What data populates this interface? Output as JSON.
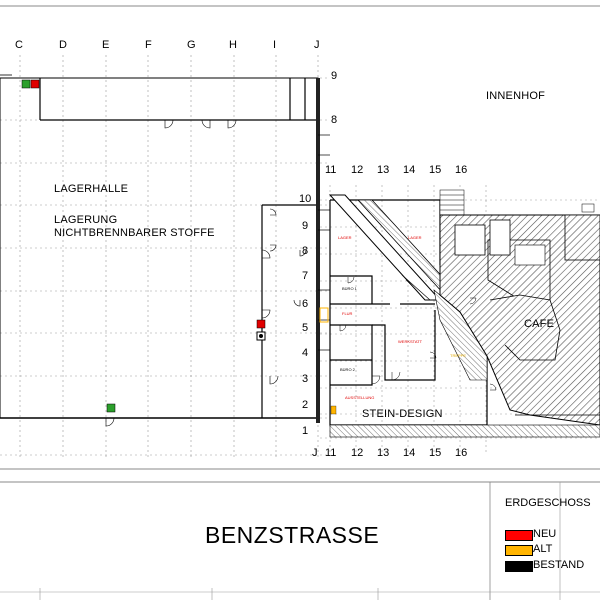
{
  "grid": {
    "top_columns": [
      "C",
      "D",
      "E",
      "F",
      "G",
      "H",
      "I",
      "J"
    ],
    "left_rows": [
      "9",
      "8"
    ],
    "mid_rows": [
      "10",
      "9",
      "8",
      "7",
      "6",
      "5",
      "4",
      "3",
      "2",
      "1"
    ],
    "right_columns": [
      "11",
      "12",
      "13",
      "14",
      "15",
      "16"
    ],
    "bottom_j": "J",
    "top_j": "J"
  },
  "rooms": {
    "innenhof": "INNENHOF",
    "lagerhalle": "LAGERHALLE",
    "lagerung_1": "LAGERUNG",
    "lagerung_2": "NICHTBRENNBARER STOFFE",
    "cafe": "CAFE",
    "stein_design": "STEIN-DESIGN",
    "buero1": "BÜRO 1",
    "buero2": "BÜRO 2",
    "flur": "FLUR",
    "lager_a": "LAGER",
    "lager_b": "LAGER",
    "werkstatt": "WERKSTATT",
    "ausstellung": "AUSSTELLUNG",
    "treppe": "TREPPE"
  },
  "street": "BENZSTRASSE",
  "floor": "ERDGESCHOSS",
  "legend": [
    {
      "label": "NEU",
      "color": "#ff0000"
    },
    {
      "label": "ALT",
      "color": "#ffb400"
    },
    {
      "label": "BESTAND",
      "color": "#000000"
    }
  ]
}
